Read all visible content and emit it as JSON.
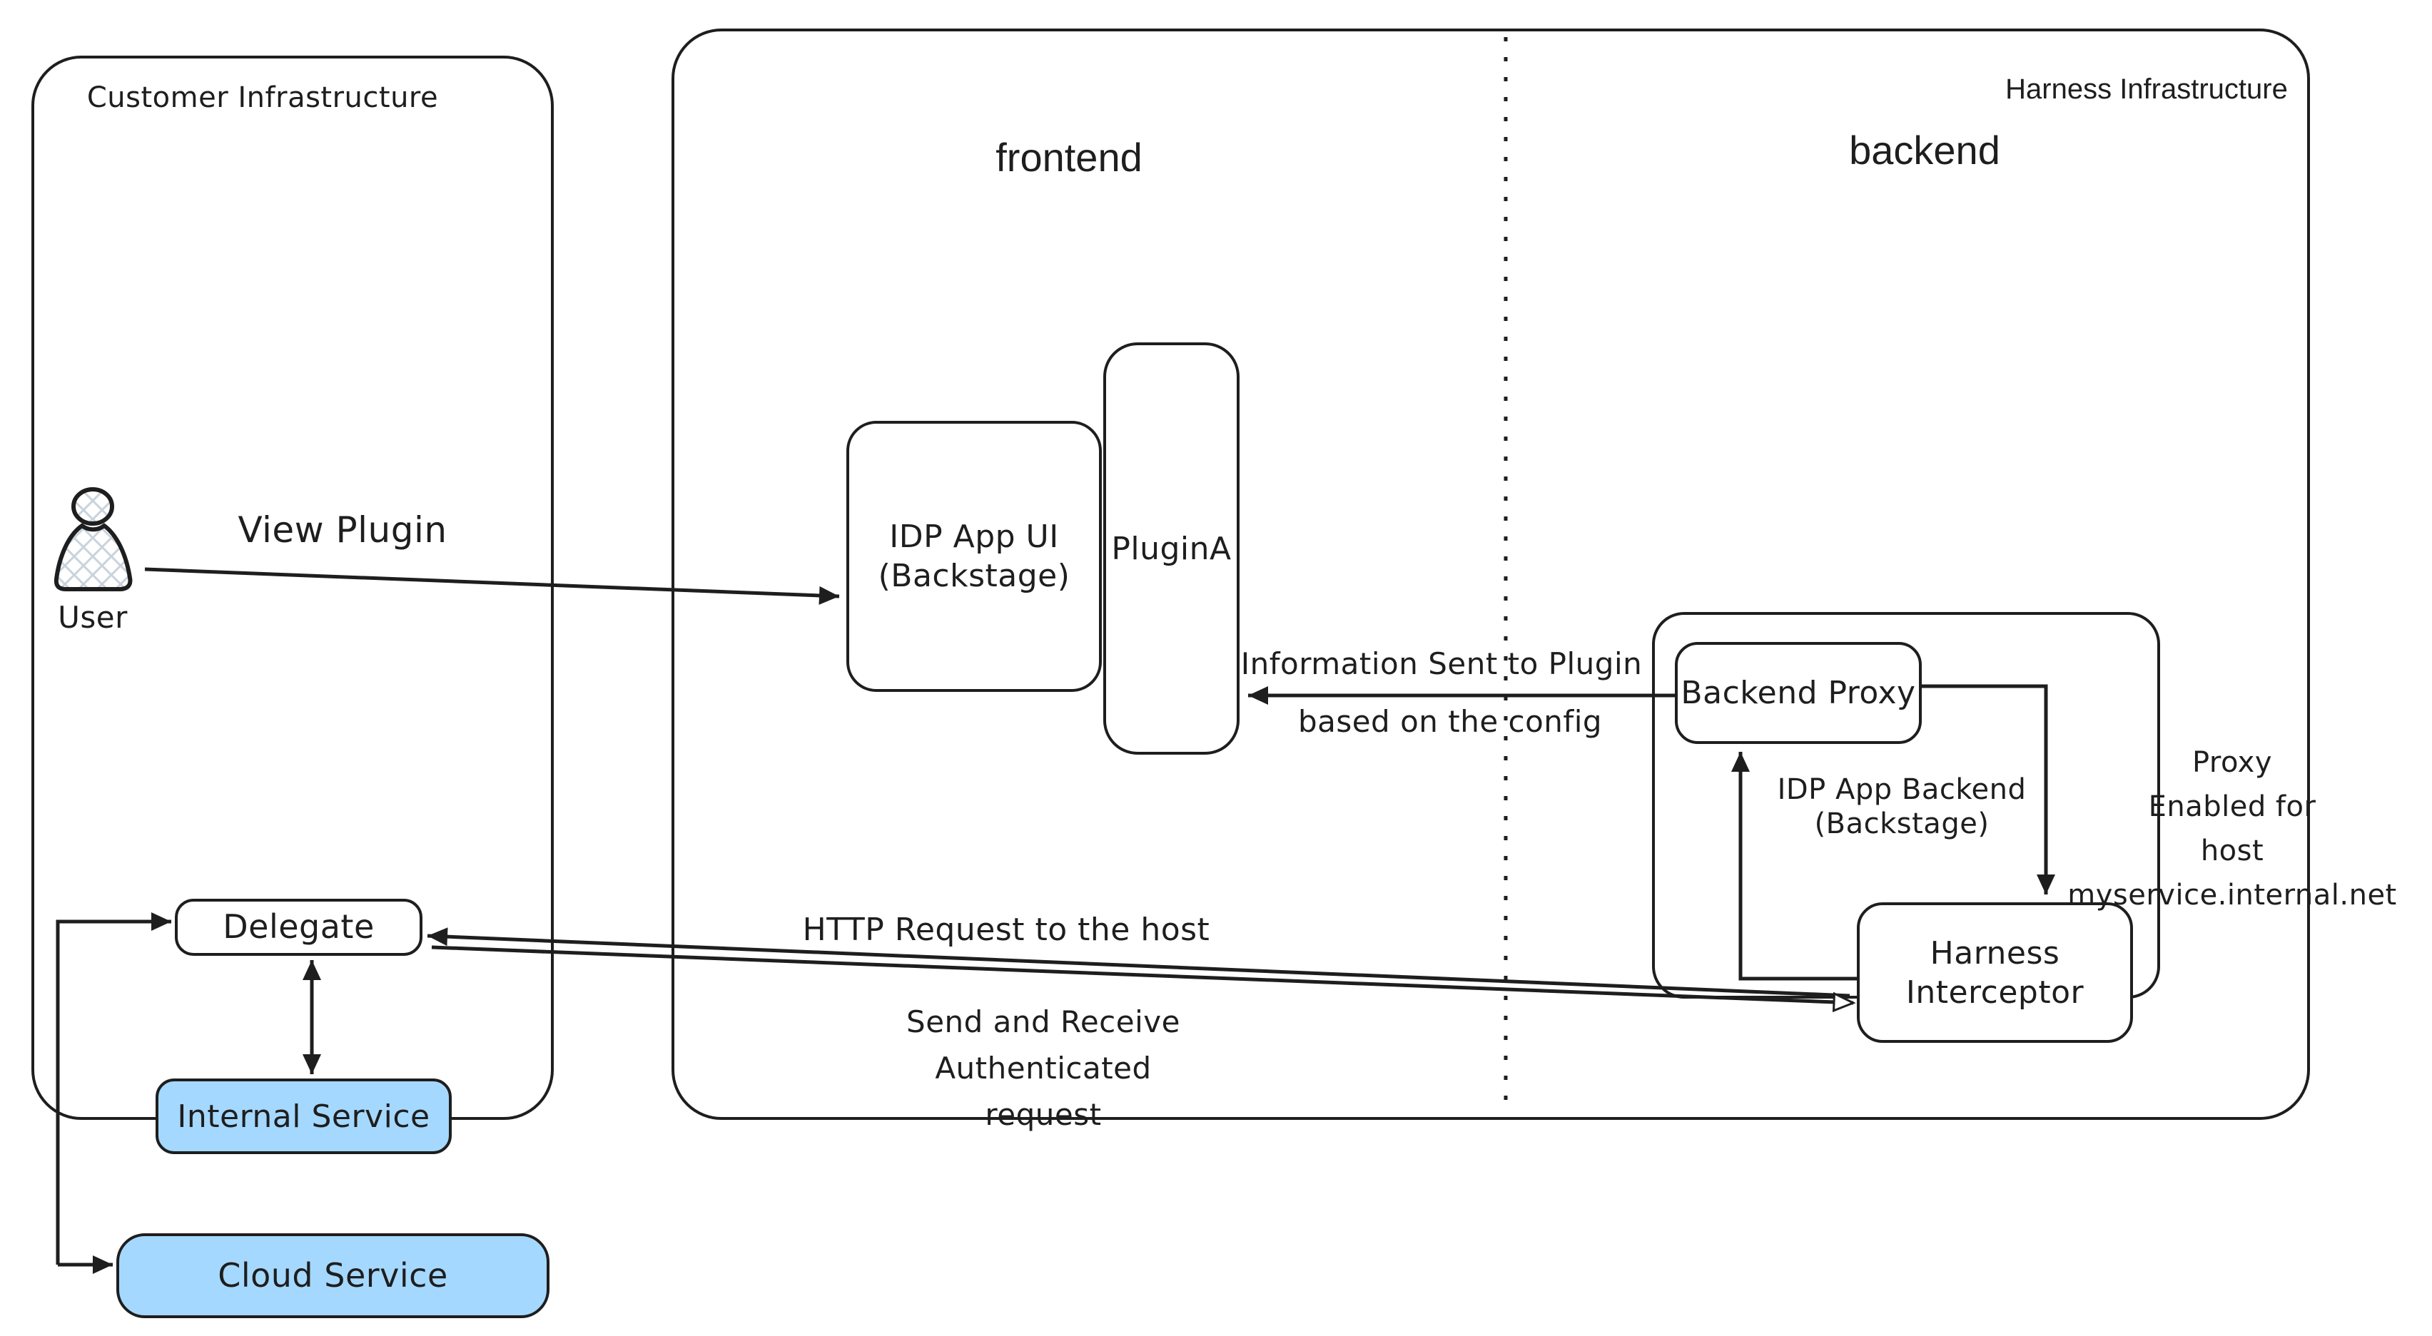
{
  "colors": {
    "ink": "#1e1e1e",
    "service_fill": "#a5d8ff",
    "hatch": "#c9d3dc",
    "background": "#ffffff"
  },
  "customer_infrastructure": {
    "title": "Customer Infrastructure",
    "user": "User",
    "delegate": "Delegate",
    "internal_service": "Internal Service"
  },
  "harness_infrastructure": {
    "title": "Harness Infrastructure",
    "frontend": "frontend",
    "backend": "backend",
    "idp_app_ui": "IDP App UI\n(Backstage)",
    "plugin_a": "PluginA",
    "backend_proxy": "Backend Proxy",
    "idp_app_backend": "IDP App Backend\n(Backstage)",
    "harness_interceptor": "Harness\nInterceptor"
  },
  "external": {
    "cloud_service": "Cloud Service"
  },
  "flows": {
    "view_plugin": "View Plugin",
    "information_sent": "Information Sent to Plugin",
    "information_sent_basis": "based on the config",
    "http_request": "HTTP Request to the host",
    "send_receive": "Send and Receive Authenticated\nrequest",
    "proxy_enabled": "Proxy\nEnabled for\nhost myservice.internal.net"
  }
}
